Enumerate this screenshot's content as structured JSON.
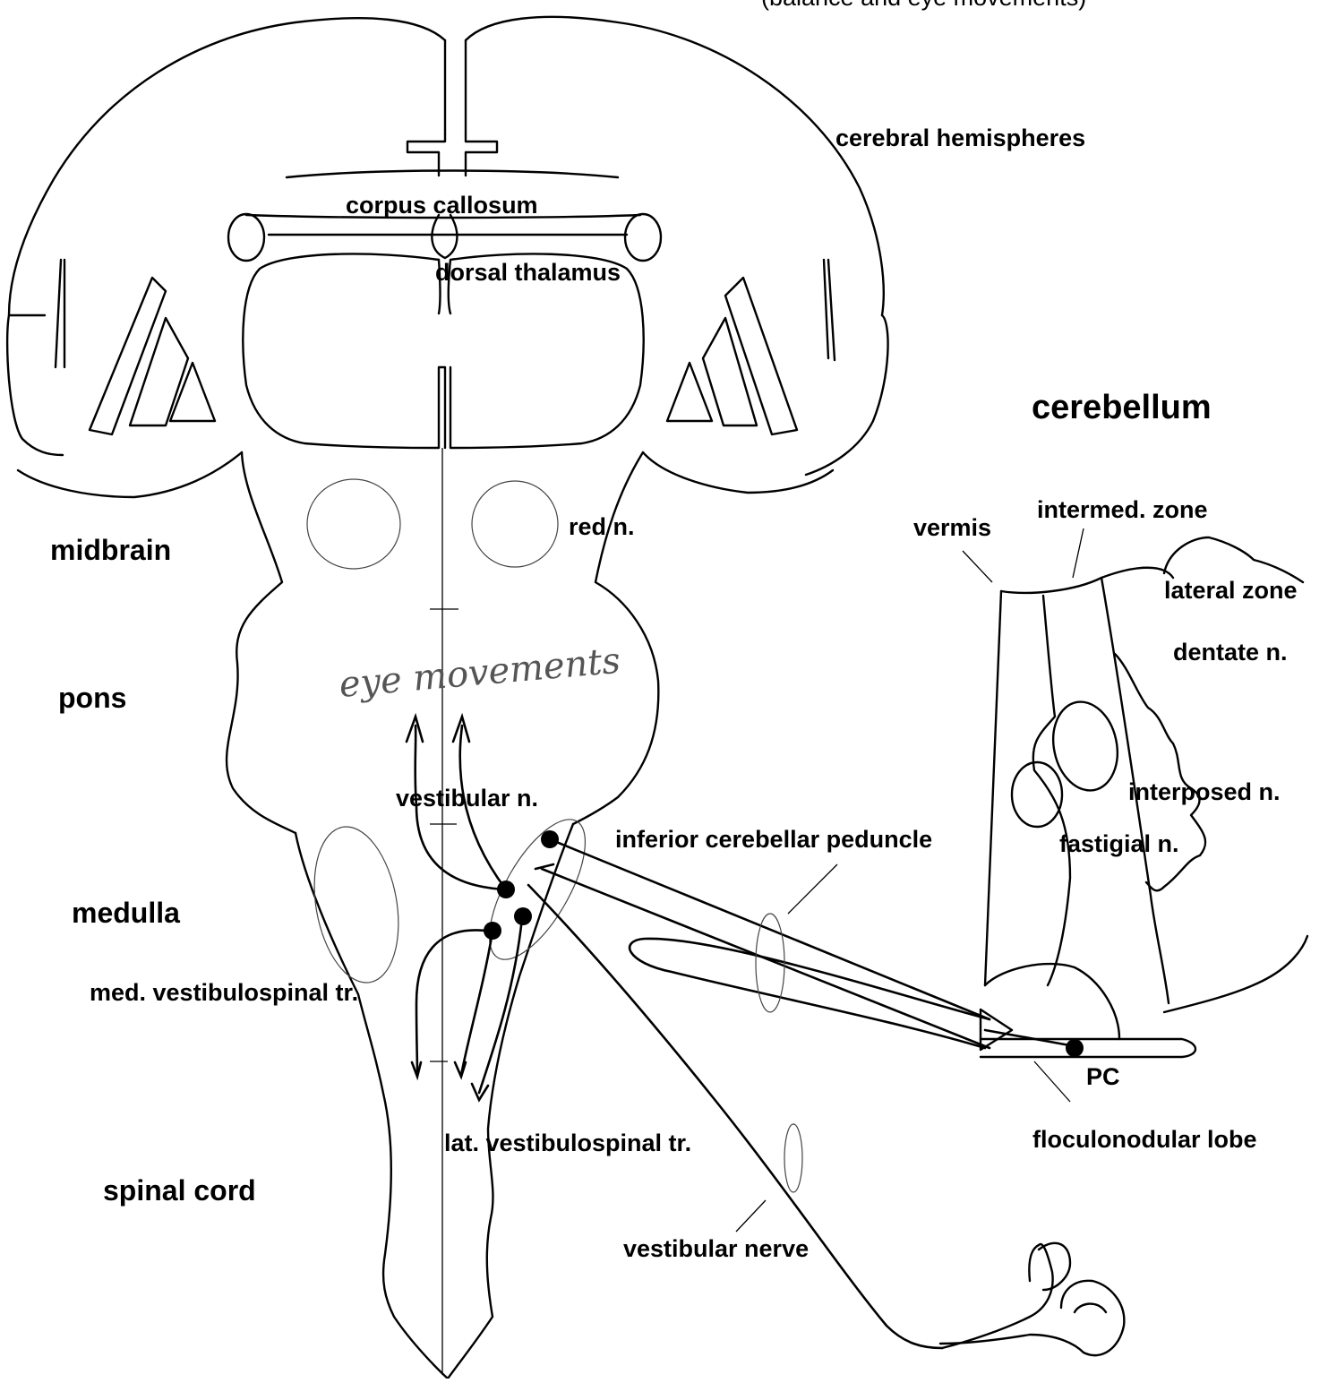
{
  "labels": {
    "top_caption": "(balance and eye movements)",
    "cerebral_hemispheres": "cerebral hemispheres",
    "corpus_callosum": "corpus callosum",
    "dorsal_thalamus": "dorsal thalamus",
    "cerebellum": "cerebellum",
    "midbrain": "midbrain",
    "red_n": "red n.",
    "vermis": "vermis",
    "intermed_zone": "intermed. zone",
    "lateral_zone": "lateral zone",
    "dentate_n": "dentate n.",
    "pons": "pons",
    "eye_movements": "eye movements",
    "interposed_n": "interposed n.",
    "fastigial_n": "fastigial n.",
    "vestibular_n": "vestibular n.",
    "inferior_cerebellar_peduncle": "inferior cerebellar peduncle",
    "medulla": "medulla",
    "med_vestibulospinal_tr": "med. vestibulospinal tr.",
    "pc": "PC",
    "floculonodular_lobe": "floculonodular lobe",
    "lat_vestibulospinal_tr": "lat. vestibulospinal tr.",
    "spinal_cord": "spinal cord",
    "vestibular_nerve": "vestibular nerve"
  }
}
